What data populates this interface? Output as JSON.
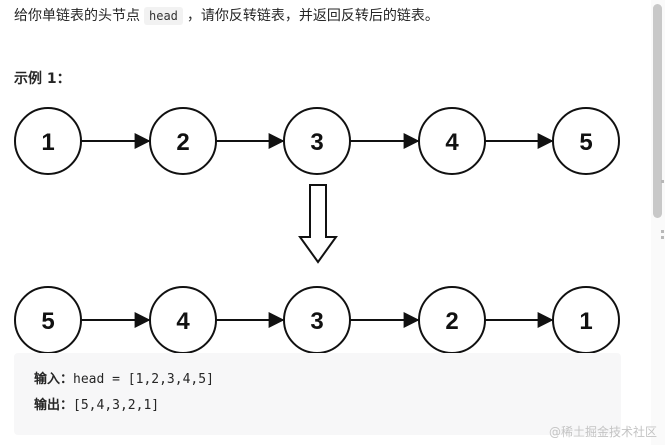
{
  "problem": {
    "text_before": "给你单链表的头节点",
    "code": "head",
    "text_after": "，请你反转链表，并返回反转后的链表。"
  },
  "example": {
    "title": "示例 1："
  },
  "diagram": {
    "input_list": [
      "1",
      "2",
      "3",
      "4",
      "5"
    ],
    "output_list": [
      "5",
      "4",
      "3",
      "2",
      "1"
    ]
  },
  "code_block": {
    "input_label": "输入：",
    "input_value": "head = [1,2,3,4,5]",
    "output_label": "输出：",
    "output_value": "[5,4,3,2,1]"
  },
  "watermark": "@稀土掘金技术社区"
}
